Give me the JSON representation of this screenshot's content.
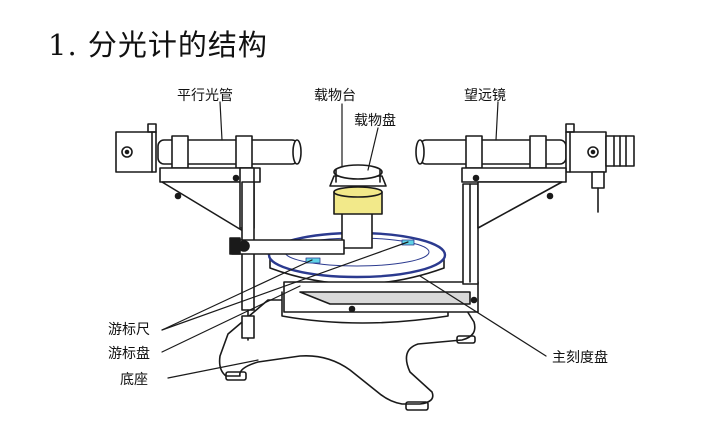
{
  "page": {
    "title": "1. 分光计的结构"
  },
  "labels": {
    "collimator": "平行光管",
    "stage": "载物台",
    "stage_plate": "载物盘",
    "telescope": "望远镜",
    "vernier": "游标尺",
    "vernier_disk": "游标盘",
    "base": "底座",
    "main_scale": "主刻度盘"
  },
  "colors": {
    "line": "#1a1a1a",
    "scale_ring": "#2b3a8f",
    "stage_yellow": "#f2e98a",
    "marker_cyan": "#5fd3e6"
  }
}
